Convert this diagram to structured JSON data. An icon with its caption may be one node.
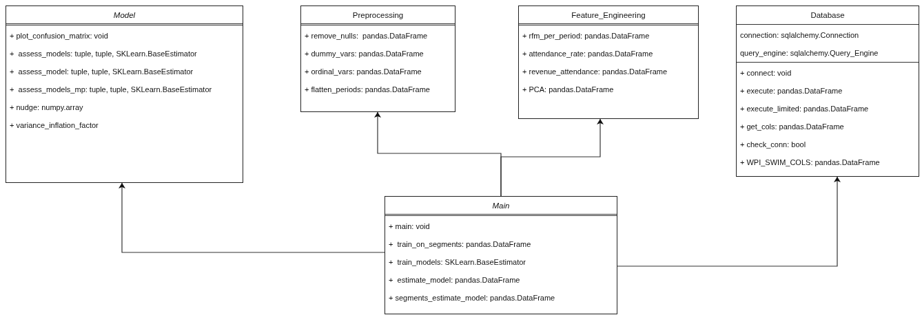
{
  "diagram": {
    "nodes": [
      {
        "text": [
          "Model",
          "+ plot_confusion_matrix: void",
          "+  assess_models: tuple, tuple, SKLearn.BaseEstimator",
          "+  assess_model: tuple, tuple, SKLearn.BaseEstimator",
          "+  assess_models_mp: tuple, tuple, SKLearn.BaseEstimator",
          "+ nudge: numpy.array",
          "+ variance_inflation_factor"
        ]
      },
      {
        "text": [
          "Preprocessing",
          "+ remove_nulls:  pandas.DataFrame",
          "+ dummy_vars: pandas.DataFrame",
          "+ ordinal_vars: pandas.DataFrame",
          "+ flatten_periods: pandas.DataFrame"
        ]
      },
      {
        "text": [
          "Feature_Engineering",
          "+ rfm_per_period: pandas.DataFrame",
          "+ attendance_rate: pandas.DataFrame",
          "+ revenue_attendance: pandas.DataFrame",
          "+ PCA: pandas.DataFrame"
        ]
      },
      {
        "text": [
          "Database",
          "connection: sqlalchemy.Connection",
          "query_engine: sqlalchemy.Query_Engine",
          "+ connect: void",
          "+ execute: pandas.DataFrame",
          "+ execute_limited: pandas.DataFrame",
          "+ get_cols: pandas.DataFrame",
          "+ check_conn: bool",
          "+ WPI_SWIM_COLS: pandas.DataFrame"
        ]
      },
      {
        "text": [
          "Main",
          "+ main: void",
          "+  train_on_segments: pandas.DataFrame",
          "+  train_models: SKLearn.BaseEstimator",
          "+  estimate_model: pandas.DataFrame",
          "+ segments_estimate_model: pandas.DataFrame"
        ]
      }
    ],
    "edges": [
      {
        "from": 4,
        "to": 0,
        "arrow": "to"
      },
      {
        "from": 4,
        "to": 1,
        "arrow": "to"
      },
      {
        "from": 4,
        "to": 2,
        "arrow": "to"
      },
      {
        "from": 4,
        "to": 3,
        "arrow": "to"
      }
    ]
  }
}
